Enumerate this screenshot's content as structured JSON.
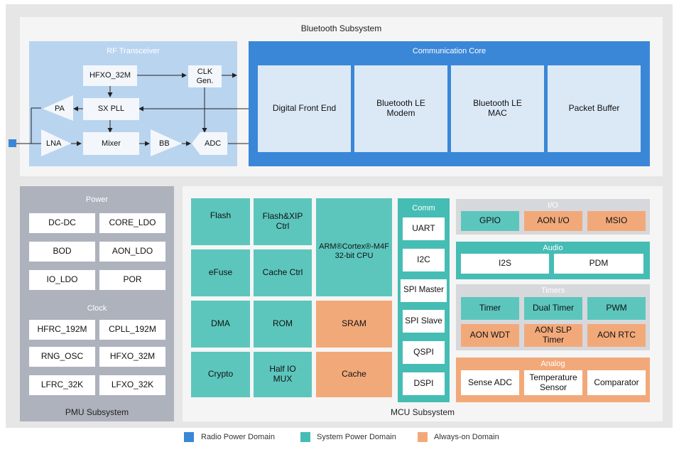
{
  "bluetooth": {
    "title": "Bluetooth Subsystem",
    "rf": {
      "title": "RF Transceiver",
      "hfxo": "HFXO_32M",
      "clk": "CLK Gen.",
      "sxpll": "SX PLL",
      "mixer": "Mixer",
      "pa": "PA",
      "lna": "LNA",
      "bb": "BB",
      "adc": "ADC"
    },
    "core": {
      "title": "Communication Core",
      "blocks": [
        "Digital Front End",
        "Bluetooth LE Modem",
        "Bluetooth LE MAC",
        "Packet Buffer"
      ]
    }
  },
  "pmu": {
    "title": "PMU Subsystem",
    "power_title": "Power",
    "power": [
      "DC-DC",
      "CORE_LDO",
      "BOD",
      "AON_LDO",
      "IO_LDO",
      "POR"
    ],
    "clock_title": "Clock",
    "clock": [
      "HFRC_192M",
      "CPLL_192M",
      "RNG_OSC",
      "HFXO_32M",
      "LFRC_32K",
      "LFXO_32K"
    ]
  },
  "mcu": {
    "title": "MCU Subsystem",
    "flash": "Flash",
    "flashxip": "Flash&XIP Ctrl",
    "cpu": "ARM®Cortex®-M4F 32-bit CPU",
    "efuse": "eFuse",
    "cachectrl": "Cache Ctrl",
    "dma": "DMA",
    "rom": "ROM",
    "sram": "SRAM",
    "crypto": "Crypto",
    "halfio": "Half IO MUX",
    "cache": "Cache",
    "comm_title": "Comm",
    "comm": [
      "UART",
      "I2C",
      "SPI Master",
      "SPI Slave",
      "QSPI",
      "DSPI"
    ],
    "io_title": "I/O",
    "io": [
      "GPIO",
      "AON I/O",
      "MSIO"
    ],
    "audio_title": "Audio",
    "audio": [
      "I2S",
      "PDM"
    ],
    "timers_title": "Timers",
    "timers": [
      "Timer",
      "Dual Timer",
      "PWM",
      "AON WDT",
      "AON SLP Timer",
      "AON RTC"
    ],
    "analog_title": "Analog",
    "analog": [
      "Sense ADC",
      "Temperature Sensor",
      "Comparator"
    ]
  },
  "legend": [
    {
      "label": "Radio Power Domain",
      "color": "#3a87d8"
    },
    {
      "label": "System Power Domain",
      "color": "#45bdb4"
    },
    {
      "label": "Always-on Domain",
      "color": "#f2a97a"
    }
  ]
}
